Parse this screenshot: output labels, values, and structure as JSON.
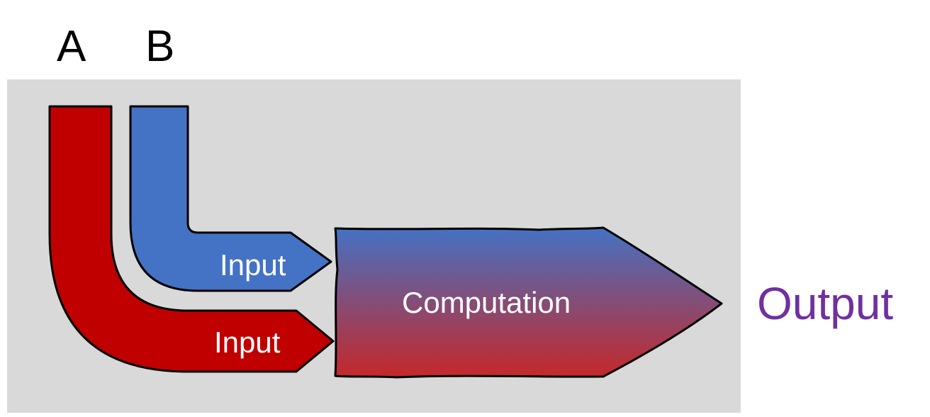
{
  "inputs": {
    "a": {
      "letter": "A",
      "label": "Input"
    },
    "b": {
      "letter": "B",
      "label": "Input"
    }
  },
  "computation": {
    "label": "Computation"
  },
  "output": {
    "label": "Output"
  },
  "colors": {
    "background_panel": "#d9d9d9",
    "input_a": "#c00000",
    "input_b": "#4472c4",
    "computation_top": "#4472c4",
    "computation_bottom": "#c5282a",
    "output_text": "#7030a0",
    "outline": "#000000"
  }
}
